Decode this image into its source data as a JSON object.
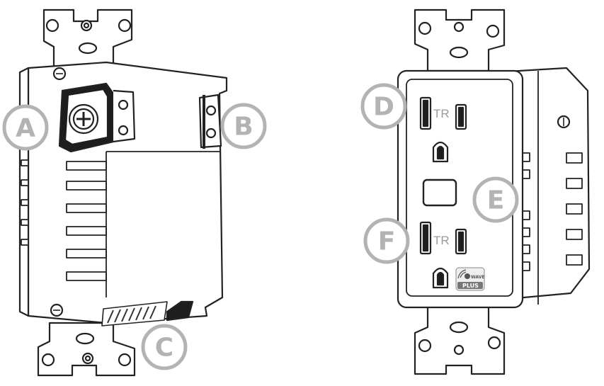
{
  "callouts": {
    "a": "A",
    "b": "B",
    "c": "C",
    "d": "D",
    "e": "E",
    "f": "F"
  },
  "outlet_labels": {
    "top_tr": "TR",
    "bottom_tr": "TR"
  },
  "badge": {
    "brand": "WAVE",
    "tier": "PLUS"
  }
}
